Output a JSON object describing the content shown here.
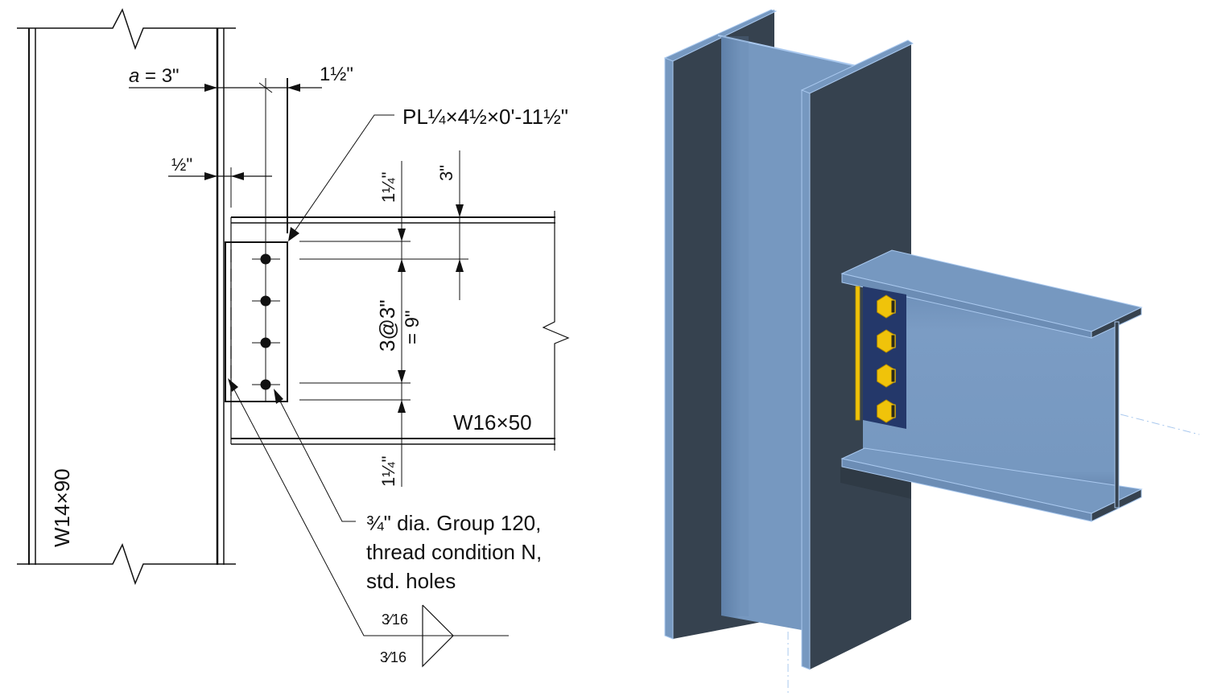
{
  "drawing": {
    "column_label": "W14×90",
    "beam_label": "W16×50",
    "dim_a": "a = 3\"",
    "dim_a_italic": "a",
    "dim_a_rest": " = 3\"",
    "dim_plate_edge": "1½\"",
    "dim_setback": "½\"",
    "plate_callout": "PL¼×4½×0'-11½\"",
    "dim_top_edge": "1¼\"",
    "dim_top_flange_to_bolt": "3\"",
    "dim_bolt_spacing_line1": "3@3\"",
    "dim_bolt_spacing_line2": "= 9\"",
    "dim_bottom_edge": "1¼\"",
    "bolt_note_line1": "¾\" dia. Group 120,",
    "bolt_note_line2": "thread condition N,",
    "bolt_note_line3": "std. holes",
    "weld_size_top": "3⁄16",
    "weld_size_bottom": "3⁄16",
    "bolt_count": 4
  },
  "model3d": {
    "description": "Isometric 3D view of single-plate shear connection",
    "colors": {
      "steel_light": "#7698c0",
      "steel_dark": "#36424f",
      "steel_edge": "#a9c8ee",
      "plate": "#24386a",
      "bolt": "#f0c30a",
      "weld": "#f0c30a"
    }
  }
}
